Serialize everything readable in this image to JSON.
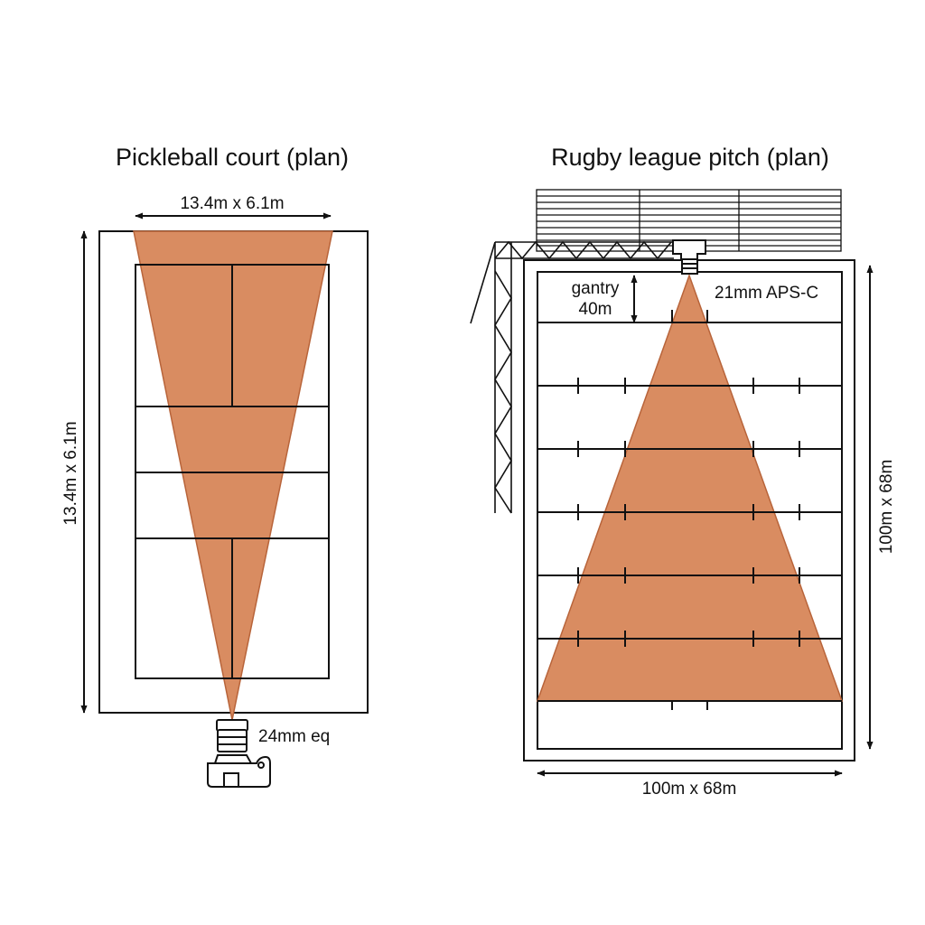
{
  "colors": {
    "fov_fill": "#d98c61",
    "fov_stroke": "#b8643a",
    "line": "#111111",
    "background": "#ffffff"
  },
  "pickleball": {
    "title": "Pickleball court (plan)",
    "width_label": "13.4m x 6.1m",
    "height_label": "13.4m x 6.1m",
    "camera_label": "24mm eq",
    "camera_icon": "camera-icon"
  },
  "rugby": {
    "title": "Rugby league pitch (plan)",
    "gantry_label_line1": "gantry",
    "gantry_label_line2": "40m",
    "camera_label": "21mm APS-C",
    "height_label": "100m x 68m",
    "width_label": "100m x 68m",
    "camera_icon": "gantry-camera-icon",
    "stand_icon": "grandstand-icon"
  }
}
